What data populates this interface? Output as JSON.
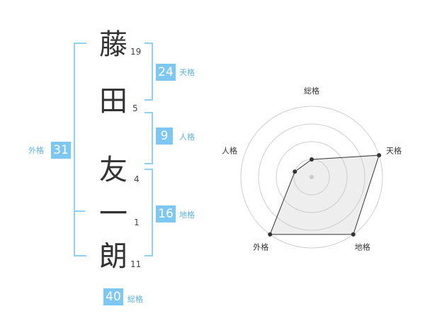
{
  "name": {
    "characters": [
      {
        "char": "藤",
        "strokes": "19"
      },
      {
        "char": "田",
        "strokes": "5"
      },
      {
        "char": "友",
        "strokes": "4"
      },
      {
        "char": "一",
        "strokes": "1"
      },
      {
        "char": "朗",
        "strokes": "11"
      }
    ]
  },
  "fortune": {
    "tenkaku": {
      "value": "24",
      "label": "天格"
    },
    "jinkaku": {
      "value": "9",
      "label": "人格"
    },
    "chikaku": {
      "value": "16",
      "label": "地格"
    },
    "gaikaku": {
      "value": "31",
      "label": "外格"
    },
    "soukaku": {
      "value": "40",
      "label": "総格"
    }
  },
  "colors": {
    "accent": "#7dc8f2",
    "bracket": "#8fd0f5",
    "label": "#5bb5e6"
  },
  "chart_data": {
    "type": "radar",
    "axes": [
      "総格",
      "天格",
      "地格",
      "外格",
      "人格"
    ],
    "values": [
      1,
      4,
      4,
      4,
      1
    ],
    "rmax": 4,
    "rings": 4
  }
}
